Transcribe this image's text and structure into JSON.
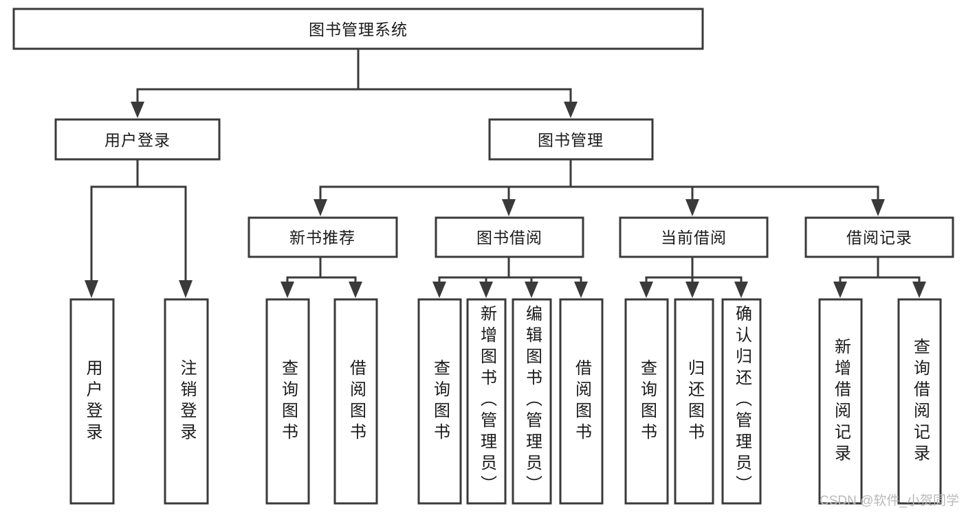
{
  "diagram": {
    "type": "hierarchy-tree",
    "title": "图书管理系统",
    "root": {
      "id": "root",
      "label": "图书管理系统",
      "orientation": "horizontal"
    },
    "level2": [
      {
        "id": "user-login",
        "label": "用户登录",
        "orientation": "horizontal"
      },
      {
        "id": "book-manage",
        "label": "图书管理",
        "orientation": "horizontal"
      }
    ],
    "level3": [
      {
        "id": "new-book-recommend",
        "label": "新书推荐",
        "orientation": "horizontal",
        "parent": "book-manage"
      },
      {
        "id": "book-borrow",
        "label": "图书借阅",
        "orientation": "horizontal",
        "parent": "book-manage"
      },
      {
        "id": "current-borrow",
        "label": "当前借阅",
        "orientation": "horizontal",
        "parent": "book-manage"
      },
      {
        "id": "borrow-record",
        "label": "借阅记录",
        "orientation": "horizontal",
        "parent": "book-manage"
      }
    ],
    "leaves": [
      {
        "id": "leaf-user-login",
        "label": "用户登录",
        "orientation": "vertical",
        "parent": "user-login"
      },
      {
        "id": "leaf-user-logout",
        "label": "注销登录",
        "orientation": "vertical",
        "parent": "user-login"
      },
      {
        "id": "leaf-query-book-1",
        "label": "查询图书",
        "orientation": "vertical",
        "parent": "new-book-recommend"
      },
      {
        "id": "leaf-borrow-book-1",
        "label": "借阅图书",
        "orientation": "vertical",
        "parent": "new-book-recommend"
      },
      {
        "id": "leaf-query-book-2",
        "label": "查询图书",
        "orientation": "vertical",
        "parent": "book-borrow"
      },
      {
        "id": "leaf-add-book",
        "label": "新增图书（管理员）",
        "orientation": "vertical",
        "parent": "book-borrow"
      },
      {
        "id": "leaf-edit-book",
        "label": "编辑图书（管理员）",
        "orientation": "vertical",
        "parent": "book-borrow"
      },
      {
        "id": "leaf-borrow-book-2",
        "label": "借阅图书",
        "orientation": "vertical",
        "parent": "book-borrow"
      },
      {
        "id": "leaf-query-book-3",
        "label": "查询图书",
        "orientation": "vertical",
        "parent": "current-borrow"
      },
      {
        "id": "leaf-return-book",
        "label": "归还图书",
        "orientation": "vertical",
        "parent": "current-borrow"
      },
      {
        "id": "leaf-confirm-return",
        "label": "确认归还（管理员）",
        "orientation": "vertical",
        "parent": "current-borrow"
      },
      {
        "id": "leaf-add-record",
        "label": "新增借阅记录",
        "orientation": "vertical",
        "parent": "borrow-record"
      },
      {
        "id": "leaf-query-record",
        "label": "查询借阅记录",
        "orientation": "vertical",
        "parent": "borrow-record"
      }
    ],
    "colors": {
      "stroke": "#3a3a3a",
      "fill": "#ffffff",
      "text": "#1a1a1a",
      "watermark": "#b9b9b9"
    }
  },
  "watermark": {
    "text": "CSDN @软件_小贺同学"
  }
}
